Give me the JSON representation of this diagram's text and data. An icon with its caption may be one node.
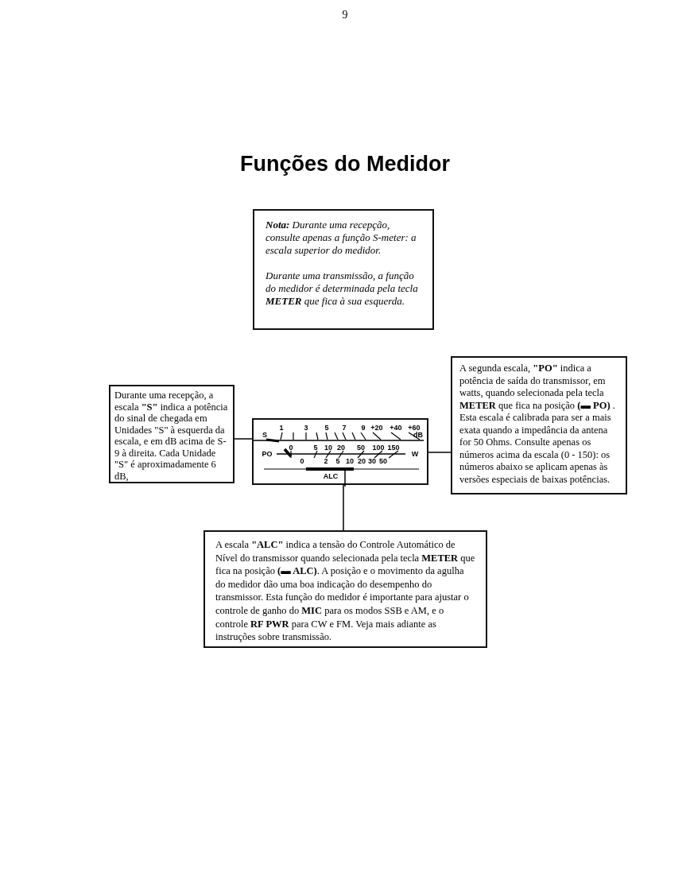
{
  "diagram": {
    "title": "Funções do Medidor",
    "nodes": [
      {
        "text": [
          "**Nota:** Durante uma recepção, consulte apenas a função S-meter: a escala superior do medidor.",
          "Durante uma transmissão, a função do medidor é determinada pela tecla **METER** que fica à sua esquerda."
        ]
      },
      {
        "text": [
          "A segunda escala, **\"PO\"** indica a potência de saída do transmissor, em watts, quando selecionada pela tecla **METER** que fica na posição **(▬ PO)** . Esta escala é calibrada para ser a mais exata quando a impedância da antena for 50 Ohms. Consulte apenas os números acima da escala (0 - 150): os números abaixo se aplicam apenas às versões especiais de baixas potências."
        ]
      },
      {
        "text": [
          "Durante uma recepção, a escala **\"S\"** indica a potência do sinal de chegada em Unidades \"S\" à esquerda da escala, e em dB acima de S-9 à direita. Cada Unidade \"S\" é aproximadamente 6 dB,"
        ]
      },
      {
        "text": [],
        "shape": "box"
      },
      {
        "text": [
          "A escala **\"ALC\"** indica a tensão do Controle Automático de Nível do transmissor quando selecionada pela tecla **METER** que fica na posição **(▬ ALC)**. A posição e o movimento da agulha do medidor dão uma boa indicação do desempenho do transmissor. Esta função do medidor é importante para ajustar o controle de ganho do **MIC** para os modos SSB e AM, e o controle **RF PWR** para CW e FM. Veja mais adiante as instruções sobre transmissão."
        ]
      }
    ],
    "edges": [
      {
        "from": 2,
        "to": 3,
        "arrow": "none"
      },
      {
        "from": 1,
        "to": 3,
        "arrow": "none"
      },
      {
        "from": 4,
        "to": 3,
        "arrow": "none"
      }
    ],
    "labels": [
      "9",
      "1",
      "3",
      "5",
      "7",
      "9",
      "+20",
      "+40",
      "+60",
      "S",
      "dB",
      "0",
      "5",
      "10",
      "20",
      "50",
      "100",
      "150",
      "PO",
      "W",
      "0",
      "2",
      "5",
      "10",
      "20",
      "30",
      "50",
      "ALC"
    ]
  }
}
